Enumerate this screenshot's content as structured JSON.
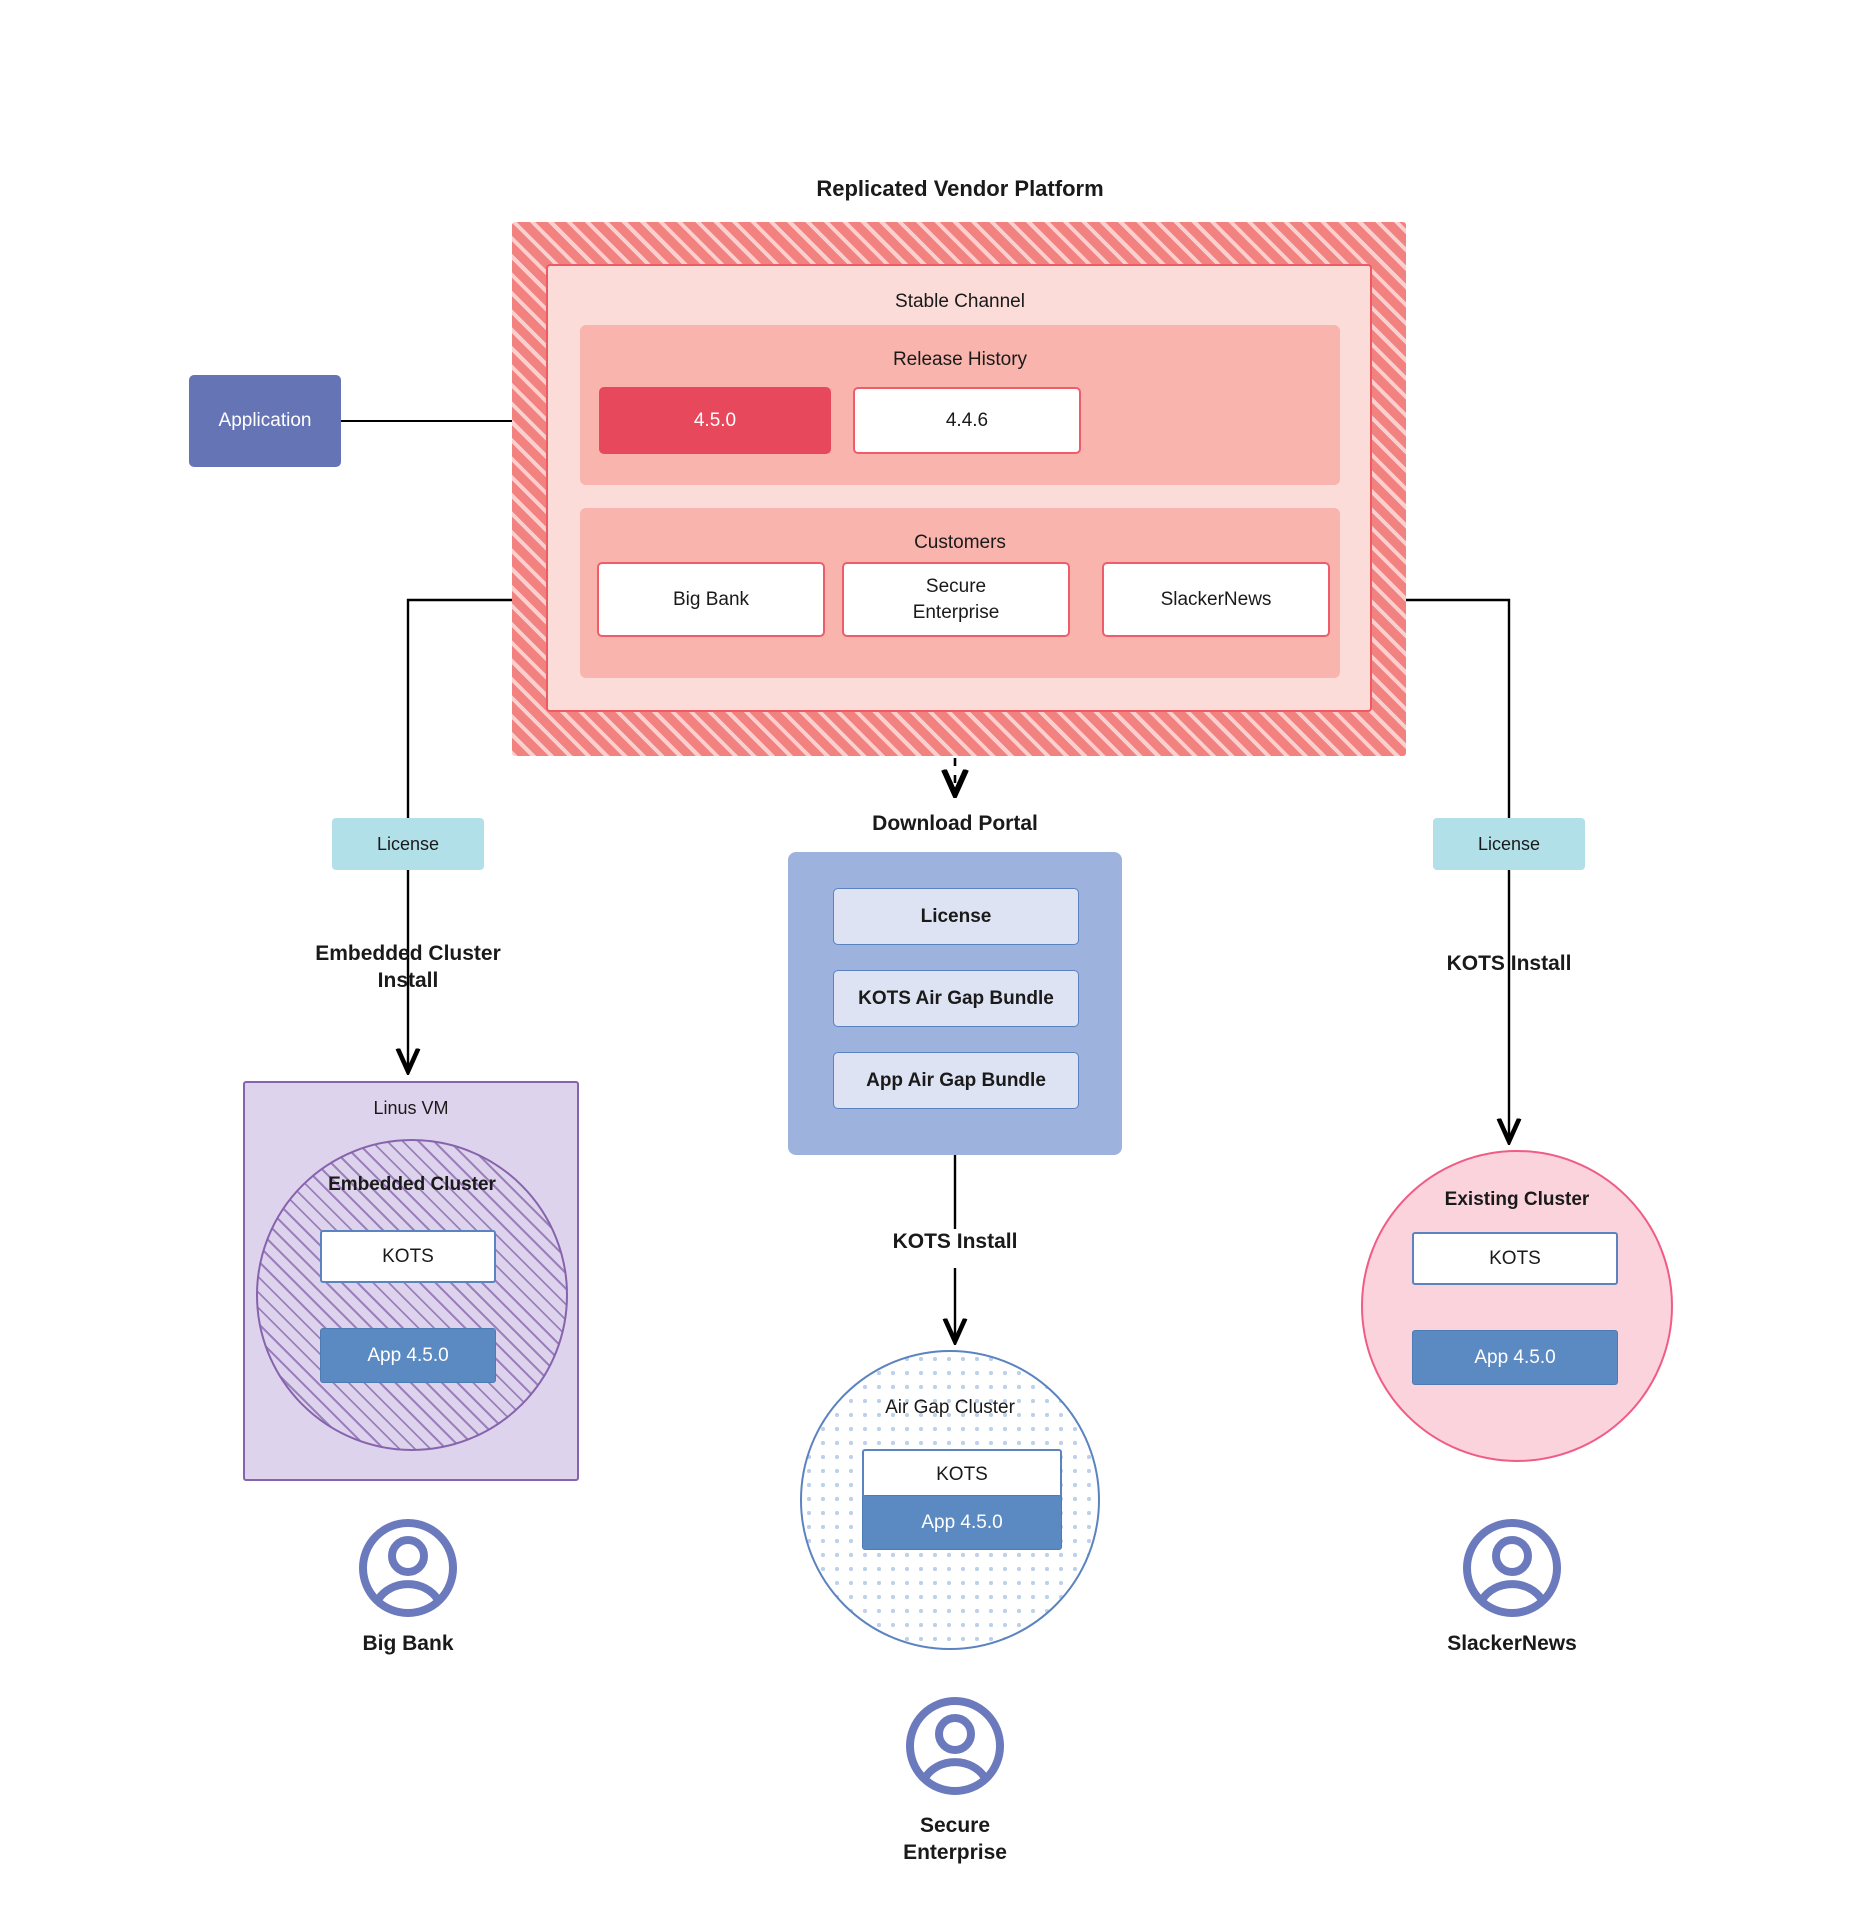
{
  "diagram": {
    "title": "Replicated Vendor Platform",
    "application": {
      "label": "Application"
    },
    "platform": {
      "stable_channel_label": "Stable Channel",
      "release_history": {
        "label": "Release History",
        "releases": [
          {
            "version": "4.5.0",
            "state": "current"
          },
          {
            "version": "4.4.6",
            "state": "previous"
          }
        ]
      },
      "customers": {
        "label": "Customers",
        "items": [
          {
            "name": "Big Bank"
          },
          {
            "name": "Secure\nEnterprise"
          },
          {
            "name": "SlackerNews"
          }
        ]
      }
    },
    "license_left": {
      "label": "License"
    },
    "license_right": {
      "label": "License"
    },
    "download_portal": {
      "title": "Download  Portal",
      "items": [
        {
          "label": "License"
        },
        {
          "label": "KOTS Air Gap Bundle"
        },
        {
          "label": "App Air Gap Bundle"
        }
      ]
    },
    "install_labels": {
      "left": "Embedded Cluster\nInstall",
      "center": "KOTS Install",
      "right": "KOTS Install"
    },
    "targets": {
      "left": {
        "outer_label": "Linus VM",
        "cluster_label": "Embedded Cluster",
        "kots_label": "KOTS",
        "app_label": "App 4.5.0"
      },
      "center": {
        "cluster_label": "Air Gap Cluster",
        "kots_label": "KOTS",
        "app_label": "App 4.5.0"
      },
      "right": {
        "cluster_label": "Existing Cluster",
        "kots_label": "KOTS",
        "app_label": "App 4.5.0"
      }
    },
    "end_users": [
      {
        "name": "Big Bank",
        "icon": "user-avatar-icon"
      },
      {
        "name": "Secure\nEnterprise",
        "icon": "user-avatar-icon"
      },
      {
        "name": "SlackerNews",
        "icon": "user-avatar-icon"
      }
    ],
    "colors": {
      "platform_hatch": "#f2827f",
      "stable_channel": "#fbdcd8",
      "sub_panel": "#f9b5ad",
      "release_current": "#e8485c",
      "border_red": "#ef5d6b",
      "application_blue": "#6574b5",
      "license_cyan": "#b2e0e8",
      "portal_blue": "#9db2dd",
      "portal_item": "#dde3f3",
      "app_chip_blue": "#5b8ac3",
      "kots_border": "#5b83c0",
      "vm_purple": "#ded3ec",
      "vm_border": "#8663ad",
      "existing_pink": "#fbd3dd",
      "existing_border": "#ef5d85",
      "avatar_blue": "#6b79bd"
    }
  }
}
